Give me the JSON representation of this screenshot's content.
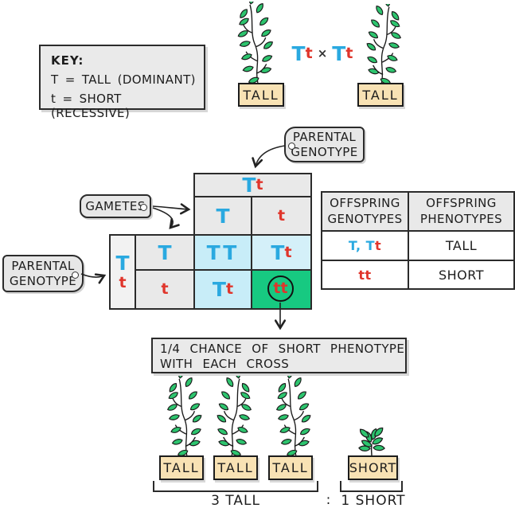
{
  "key": {
    "title": "KEY:",
    "dominant": "T = TALL  (DOMINANT)",
    "recessive": "t = SHORT  (RECESSIVE)"
  },
  "cross": {
    "parent1_dominant": "T",
    "parent1_recessive": "t",
    "operator": "×",
    "parent2_dominant": "T",
    "parent2_recessive": "t",
    "parent1_label": "TALL",
    "parent2_label": "TALL"
  },
  "tags": {
    "parental_top_line1": "PARENTAL",
    "parental_top_line2": "GENOTYPE",
    "gametes": "GAMETES",
    "parental_left_line1": "PARENTAL",
    "parental_left_line2": "GENOTYPE"
  },
  "punnett": {
    "parent_top_dominant": "T",
    "parent_top_recessive": "t",
    "gamete_top_dominant": "T",
    "gamete_top_recessive": "t",
    "parent_left_dominant": "T",
    "parent_left_recessive": "t",
    "gamete_left_dominant": "T",
    "gamete_left_recessive": "t",
    "cell_TT": "TT",
    "cell_Tt_right_dominant": "T",
    "cell_Tt_right_recessive": "t",
    "cell_Tt_bottom_dominant": "T",
    "cell_Tt_bottom_recessive": "t",
    "cell_tt": "tt"
  },
  "offspring_table": {
    "genotype_header_line1": "OFFSPRING",
    "genotype_header_line2": "GENOTYPES",
    "phenotype_header_line1": "OFFSPRING",
    "phenotype_header_line2": "PHENOTYPES",
    "row1_genotype_dominant_part": "T, T",
    "row1_genotype_recessive_part": "t",
    "row1_phenotype": "TALL",
    "row2_genotype": "tt",
    "row2_phenotype": "SHORT"
  },
  "chance_note": {
    "line1": "1/4 CHANCE OF SHORT PHENOTYPE",
    "line2": "WITH EACH CROSS"
  },
  "results": {
    "tall_labels": [
      "TALL",
      "TALL",
      "TALL"
    ],
    "short_label": "SHORT",
    "ratio_tall": "3 TALL",
    "ratio_separator": ":",
    "ratio_short": "1 SHORT"
  },
  "colors": {
    "dominant_allele": "#2aa9e0",
    "recessive_allele": "#e0352b",
    "punnett_highlight_blue": "#c8edf8",
    "punnett_highlight_green": "#17c981",
    "label_box_tan": "#f8e2b4",
    "panel_gray": "#eaeaea",
    "leaf_green": "#2dc46e"
  },
  "icons": {
    "plant_tall": "tall-plant-icon",
    "plant_short": "short-plant-icon"
  }
}
